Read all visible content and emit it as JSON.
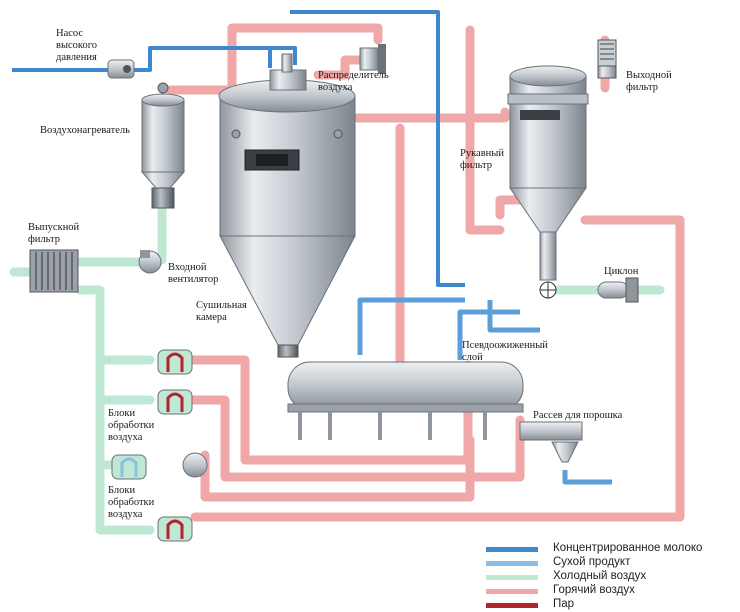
{
  "labels": {
    "pump": "Насос\nвысокого\nдавления",
    "air_distributor": "Распределитель\nвоздуха",
    "air_heater": "Воздухонагреватель",
    "outlet_filter_left": "Выпускной\nфильтр",
    "inlet_fan": "Входной\nвентилятор",
    "drying_chamber": "Сушильная\nкамера",
    "bag_filter": "Рукавный\nфильтр",
    "outlet_filter_right": "Выходной\nфильтр",
    "cyclone": "Циклон",
    "fluid_bed": "Псевдоожиженный\nслой",
    "powder_sieve": "Рассев для порошка",
    "air_units_1": "Блоки\nобработки\nвоздуха",
    "air_units_2": "Блоки\nобработки\nвоздуха"
  },
  "legend": [
    {
      "label": "Концентрированное молоко",
      "color": "#3f87cf"
    },
    {
      "label": "Сухой продукт",
      "color": "#8cbde8"
    },
    {
      "label": "Холодный воздух",
      "color": "#bfe8d4"
    },
    {
      "label": "Горячий воздух",
      "color": "#f0a7a8"
    },
    {
      "label": "Пар",
      "color": "#b0232f"
    }
  ],
  "colors": {
    "milk": "#3f87cf",
    "dry_product": "#8cbde8",
    "cold_air": "#bfe8d4",
    "hot_air": "#f0a7a8",
    "steam": "#b0232f"
  }
}
